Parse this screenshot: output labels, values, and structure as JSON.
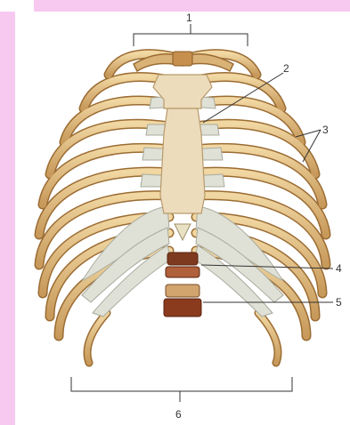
{
  "labels": {
    "l1": "1",
    "l2": "2",
    "l3": "3",
    "l4": "4",
    "l5": "5",
    "l6": "6"
  },
  "colors": {
    "frame": "#f7c9f1",
    "bone": "#d9b278",
    "bone_dark": "#9b6c33",
    "cartilage": "#dfe1d6",
    "sternum": "#ecdcbc",
    "vertebra": "#8a3b1e"
  }
}
